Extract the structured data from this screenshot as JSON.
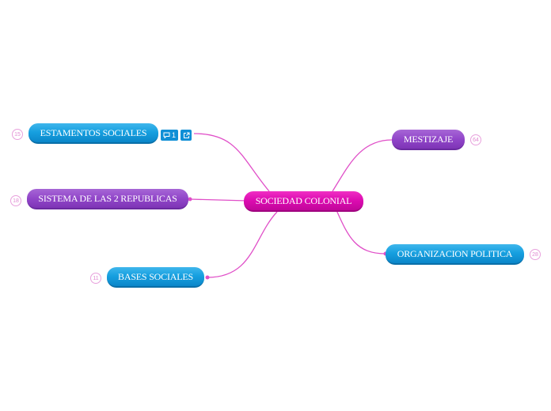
{
  "colors": {
    "link": "#e04fc8",
    "blue_node": "#17a0e0",
    "purple_node": "#9146c9",
    "central_node": "#db0bb0"
  },
  "central": {
    "label": "SOCIEDAD COLONIAL"
  },
  "branches": {
    "estamentos": {
      "label": "ESTAMENTOS SOCIALES",
      "count": "15",
      "comments": "1",
      "comment_icon": "comment-icon",
      "link_icon": "external-link-icon"
    },
    "sistema": {
      "label": "SISTEMA DE LAS 2 REPUBLICAS",
      "count": "18"
    },
    "bases": {
      "label": "BASES SOCIALES",
      "count": "11"
    },
    "mestizaje": {
      "label": "MESTIZAJE",
      "count": "64"
    },
    "organizacion": {
      "label": "ORGANIZACION POLITICA",
      "count": "28"
    }
  }
}
